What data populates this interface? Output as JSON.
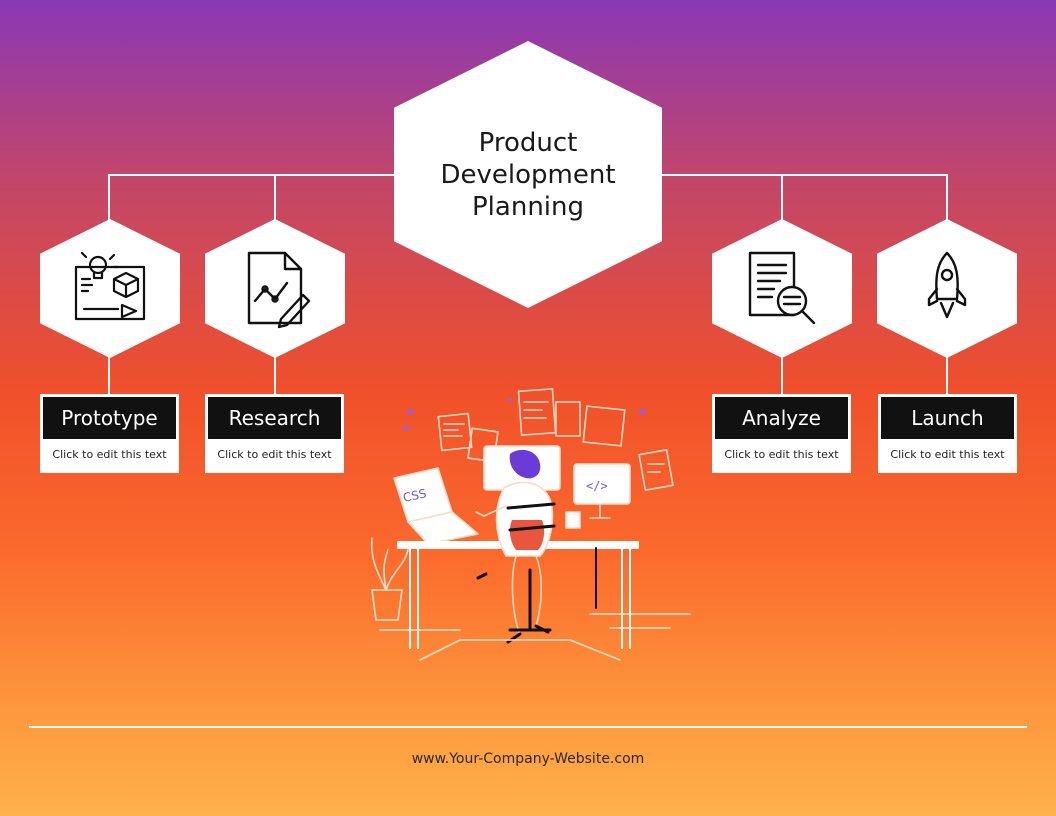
{
  "title": "Product\nDevelopment\nPlanning",
  "steps": [
    {
      "label": "Prototype",
      "description": "Click to edit this text",
      "icon": "prototype-blueprint-icon"
    },
    {
      "label": "Research",
      "description": "Click to edit this text",
      "icon": "research-document-chart-icon"
    },
    {
      "label": "Analyze",
      "description": "Click to edit this text",
      "icon": "analyze-magnifier-document-icon"
    },
    {
      "label": "Launch",
      "description": "Click to edit this text",
      "icon": "rocket-icon"
    }
  ],
  "illustration": "developer-at-desk-illustration",
  "footer": {
    "website": "www.Your-Company-Website.com"
  },
  "colors": {
    "background_top": "#8a38b6",
    "background_mid": "#f0502a",
    "background_bottom": "#ffb04a",
    "card_label_bg": "#111111",
    "hex_fill": "#ffffff"
  }
}
